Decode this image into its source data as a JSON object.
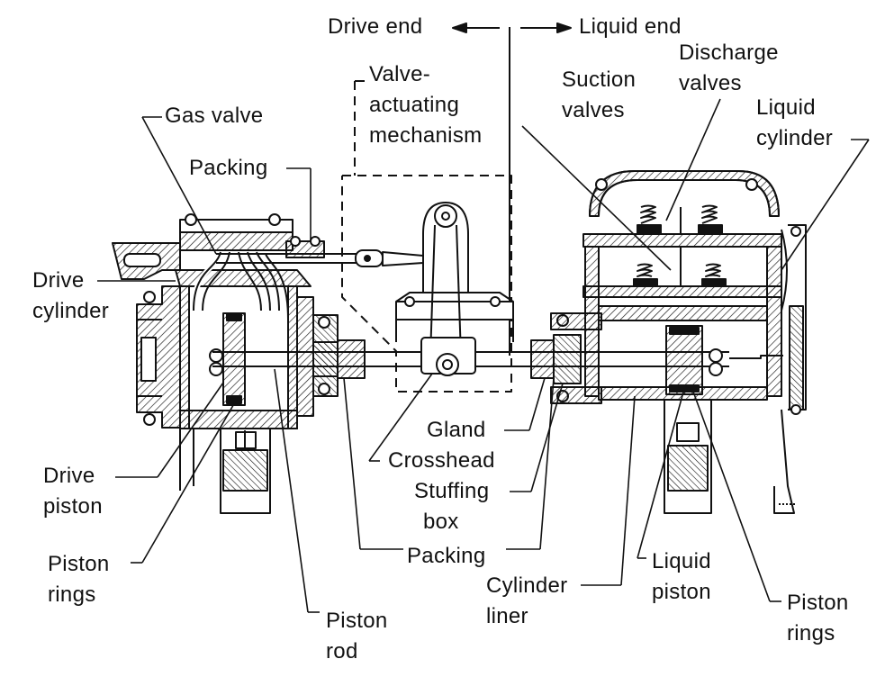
{
  "header": {
    "left": "Drive end",
    "right": "Liquid end"
  },
  "labels": {
    "valve_actuating_1": "Valve-",
    "valve_actuating_2": "actuating",
    "valve_actuating_3": "mechanism",
    "gas_valve": "Gas valve",
    "packing_top": "Packing",
    "suction_1": "Suction",
    "suction_2": "valves",
    "discharge_1": "Discharge",
    "discharge_2": "valves",
    "liquid_cyl_1": "Liquid",
    "liquid_cyl_2": "cylinder",
    "drive_cyl_1": "Drive",
    "drive_cyl_2": "cylinder",
    "gland": "Gland",
    "crosshead": "Crosshead",
    "stuffing_1": "Stuffing",
    "stuffing_2": "box",
    "drive_piston_1": "Drive",
    "drive_piston_2": "piston",
    "packing_bottom": "Packing",
    "piston_rings_left_1": "Piston",
    "piston_rings_left_2": "rings",
    "cylinder_liner_1": "Cylinder",
    "cylinder_liner_2": "liner",
    "liquid_piston_1": "Liquid",
    "liquid_piston_2": "piston",
    "piston_rod_1": "Piston",
    "piston_rod_2": "rod",
    "piston_rings_right_1": "Piston",
    "piston_rings_right_2": "rings"
  },
  "colors": {
    "ink": "#111111",
    "background": "#ffffff"
  }
}
